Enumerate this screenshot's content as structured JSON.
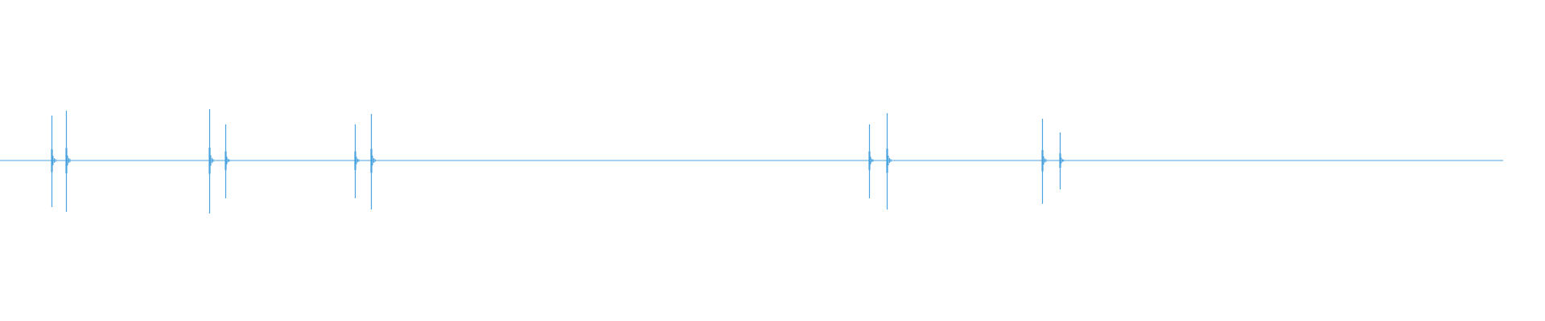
{
  "waveform": {
    "color": "#4aa3df",
    "bursts": [
      {
        "time": 0.034,
        "amp_up": 0.56,
        "amp_down": 0.58
      },
      {
        "time": 0.044,
        "amp_up": 0.62,
        "amp_down": 0.64
      },
      {
        "time": 0.139,
        "amp_up": 0.64,
        "amp_down": 0.66
      },
      {
        "time": 0.15,
        "amp_up": 0.45,
        "amp_down": 0.47
      },
      {
        "time": 0.236,
        "amp_up": 0.45,
        "amp_down": 0.47
      },
      {
        "time": 0.247,
        "amp_up": 0.58,
        "amp_down": 0.61
      },
      {
        "time": 0.578,
        "amp_up": 0.45,
        "amp_down": 0.47
      },
      {
        "time": 0.59,
        "amp_up": 0.59,
        "amp_down": 0.61
      },
      {
        "time": 0.693,
        "amp_up": 0.52,
        "amp_down": 0.54
      },
      {
        "time": 0.705,
        "amp_up": 0.35,
        "amp_down": 0.36
      }
    ]
  }
}
